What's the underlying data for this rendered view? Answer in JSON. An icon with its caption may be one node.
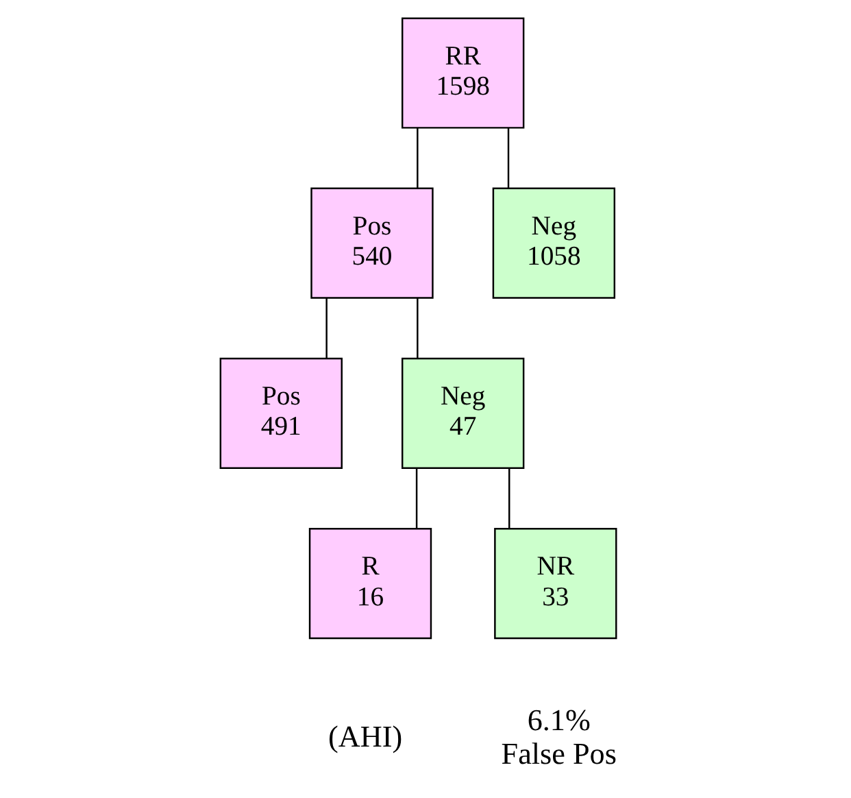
{
  "diagram": {
    "nodes": [
      {
        "text": [
          "RR",
          "1598"
        ]
      },
      {
        "text": [
          "Pos",
          "540"
        ]
      },
      {
        "text": [
          "Neg",
          "1058"
        ]
      },
      {
        "text": [
          "Pos",
          "491"
        ]
      },
      {
        "text": [
          "Neg",
          "47"
        ]
      },
      {
        "text": [
          "R",
          "16"
        ],
        "beside": [
          "(AHI)"
        ]
      },
      {
        "text": [
          "NR",
          "33"
        ],
        "beside": [
          "6.1%",
          "False Pos"
        ]
      }
    ],
    "edges": [
      {
        "from": 0,
        "to": 1,
        "arrow": "none"
      },
      {
        "from": 0,
        "to": 2,
        "arrow": "none"
      },
      {
        "from": 1,
        "to": 3,
        "arrow": "none"
      },
      {
        "from": 1,
        "to": 4,
        "arrow": "none"
      },
      {
        "from": 4,
        "to": 5,
        "arrow": "none"
      },
      {
        "from": 4,
        "to": 6,
        "arrow": "none"
      }
    ]
  }
}
